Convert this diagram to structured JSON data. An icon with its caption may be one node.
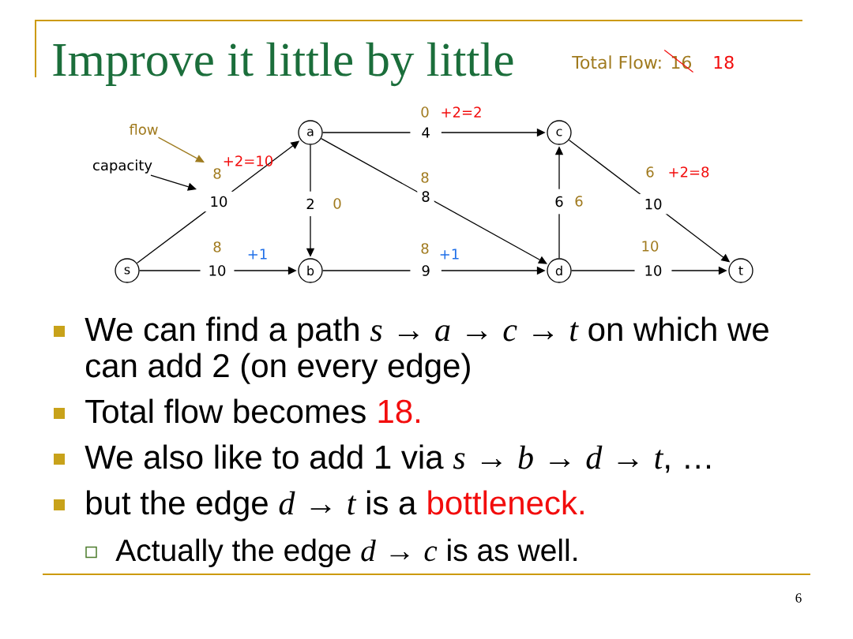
{
  "diagram": {
    "title": "Improve it little by little",
    "nodes": [
      {
        "text": [
          "flow"
        ]
      },
      {
        "text": [
          "a"
        ]
      },
      {
        "text": [
          "c"
        ]
      },
      {
        "text": [
          "capacity"
        ]
      },
      {
        "text": [
          "s"
        ]
      },
      {
        "text": [
          "b"
        ]
      },
      {
        "text": [
          "d"
        ]
      },
      {
        "text": [
          "t"
        ]
      }
    ],
    "edges": [
      {
        "from": 4,
        "to": 1,
        "arrow": "to",
        "label": "10"
      },
      {
        "from": 4,
        "to": 5,
        "arrow": "to",
        "label": "10"
      },
      {
        "from": 1,
        "to": 5,
        "arrow": "to",
        "label": "2"
      },
      {
        "from": 1,
        "to": 2,
        "arrow": "to",
        "label": "4"
      },
      {
        "from": 1,
        "to": 6,
        "arrow": "to",
        "label": "8"
      },
      {
        "from": 5,
        "to": 6,
        "arrow": "to",
        "label": "9"
      },
      {
        "from": 6,
        "to": 2,
        "arrow": "to",
        "label": "6"
      },
      {
        "from": 2,
        "to": 7,
        "arrow": "to",
        "label": "10"
      },
      {
        "from": 6,
        "to": 7,
        "arrow": "to",
        "label": "10"
      },
      {
        "from": 0,
        "to": null,
        "arrow": "to",
        "color": "#9e7b1f"
      },
      {
        "from": 3,
        "to": null,
        "arrow": "to"
      }
    ],
    "labels": [
      "Total Flow:",
      "16",
      "18",
      "0",
      "+2=2",
      "+2=10",
      "8",
      "8",
      "6",
      "+2=8",
      "0",
      "6",
      "8",
      "+1",
      "8",
      "+1",
      "10",
      "We can find a path *s* → *a* → *c* → *t* on which we can add 2 (on every edge)",
      "Total flow becomes",
      "18.",
      "We also like to add 1 via *s* → *b* → *d* → *t*, …",
      "but the edge *d* → *t* is a",
      "bottleneck.",
      "Actually the edge *d* → *c* is as well.",
      "6"
    ]
  }
}
